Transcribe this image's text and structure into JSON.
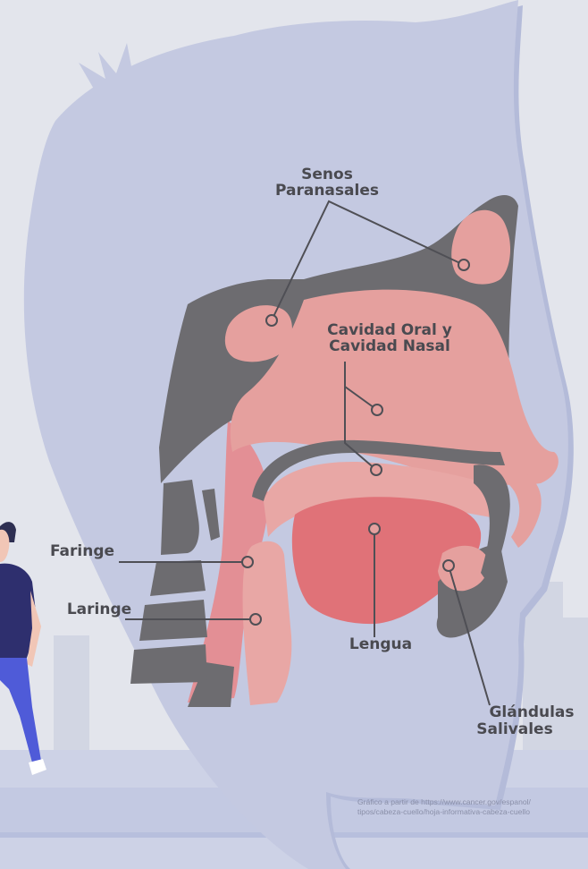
{
  "labels": {
    "senos": [
      "Senos",
      "Paranasales"
    ],
    "cavidad": [
      "Cavidad Oral y",
      "Cavidad Nasal"
    ],
    "faringe": "Faringe",
    "laringe": "Laringe",
    "lengua": "Lengua",
    "glandulas": [
      "Glándulas",
      "Salivales"
    ]
  },
  "credit": {
    "line1": "Gráfico a partir de https://www.cancer.gov/espanol/",
    "line2": "tipos/cabeza-cuello/hoja-informativa-cabeza-cuello"
  },
  "colors": {
    "background": "#e3e5ec",
    "head": "#c4c9e1",
    "bone": "#6d6c70",
    "tissue": "#e5a09e",
    "tongue": "#e07278",
    "text": "#4a4a50"
  }
}
